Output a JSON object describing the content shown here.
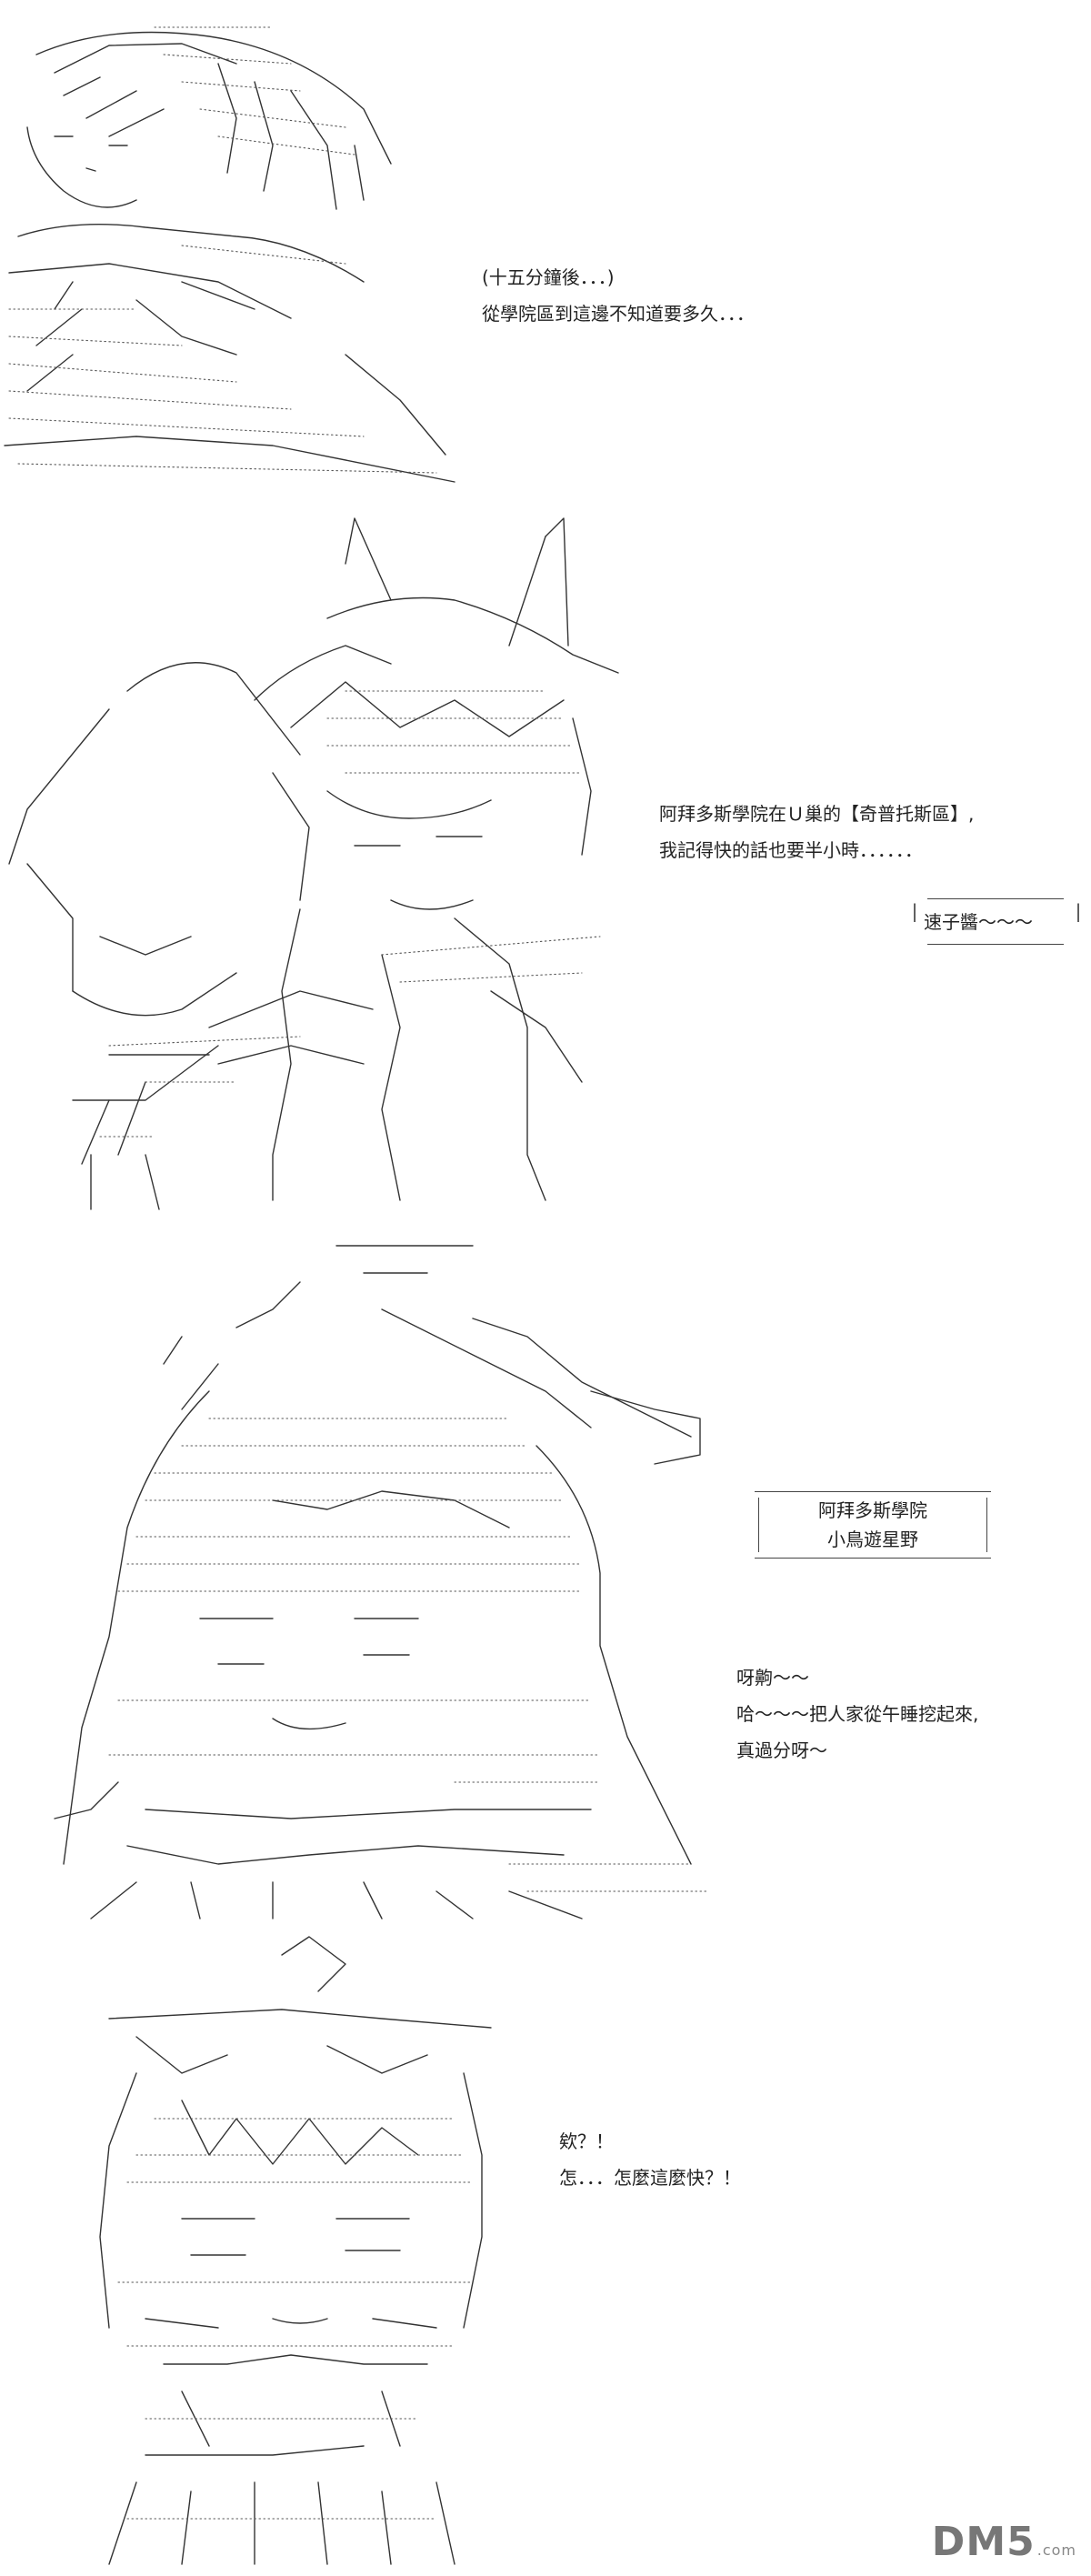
{
  "panels": [
    {
      "lines": [
        "(十五分鐘後．．．)",
        "從學院區到這邊不知道要多久．．．"
      ]
    },
    {
      "lines": [
        "阿拜多斯學院在Ｕ巢的【奇普托斯區】,",
        "我記得快的話也要半小時．．．．．．"
      ],
      "bubble": "速子醬～～～"
    },
    {
      "name_box": [
        "阿拜多斯學院",
        "小鳥遊星野"
      ],
      "lines": [
        "呀齁～～",
        "哈～～～把人家從午睡挖起來,",
        "真過分呀～"
      ]
    },
    {
      "lines": [
        "欸？！",
        "怎．．．怎麼這麼快？！"
      ]
    }
  ],
  "watermark": {
    "brand": "DM5",
    "suffix": ".com"
  }
}
